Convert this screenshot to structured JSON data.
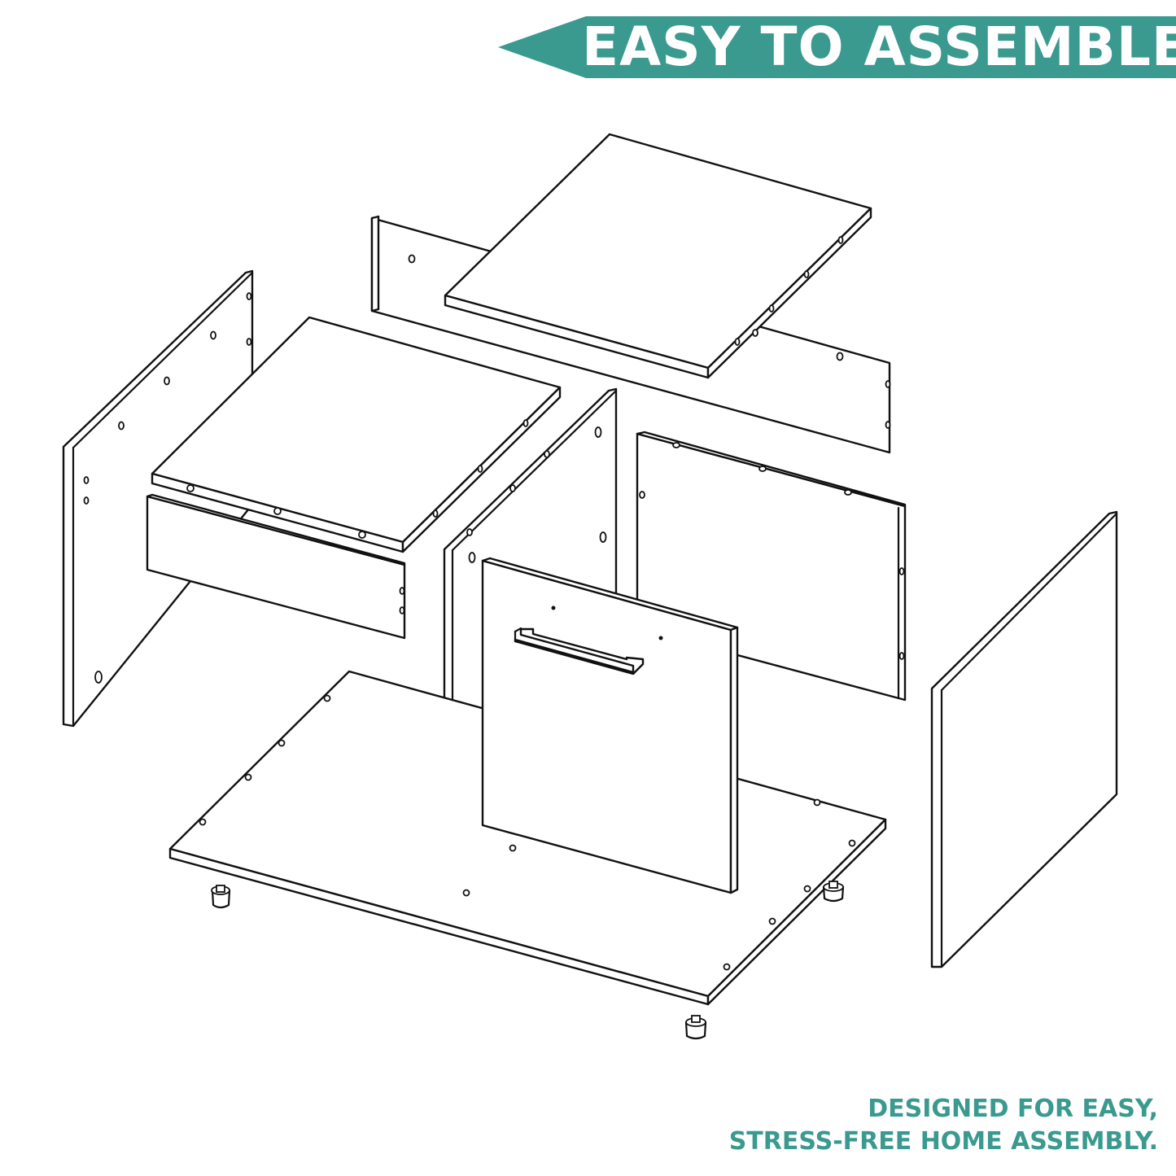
{
  "banner": {
    "title": "EASY TO ASSEMBLE",
    "color": "#3a9a8f"
  },
  "footer": {
    "line1": "DESIGNED FOR EASY,",
    "line2": "STRESS-FREE HOME ASSEMBLY.",
    "color": "#3a9a8f"
  }
}
